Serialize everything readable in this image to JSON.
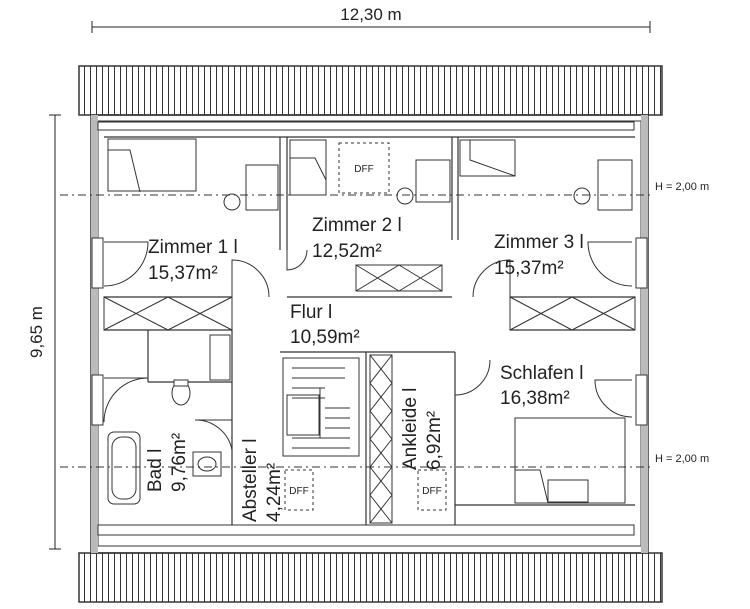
{
  "dimensions": {
    "width": "12,30 m",
    "height": "9,65 m"
  },
  "height_markers": [
    "H = 2,00 m",
    "H = 2,00 m"
  ],
  "rooms": [
    {
      "name": "Zimmer 1 l",
      "area": "15,37m²"
    },
    {
      "name": "Zimmer 2 l",
      "area": "12,52m²"
    },
    {
      "name": "Zimmer 3 l",
      "area": "15,37m²"
    },
    {
      "name": "Flur l",
      "area": "10,59m²"
    },
    {
      "name": "Schlafen l",
      "area": "16,38m²"
    },
    {
      "name": "Bad l",
      "area": "9,76m²"
    },
    {
      "name": "Absteller l",
      "area": "4,24m²"
    },
    {
      "name": "Ankleide l",
      "area": "6,92m²"
    }
  ],
  "skylights": [
    "DFF",
    "DFF",
    "DFF"
  ]
}
